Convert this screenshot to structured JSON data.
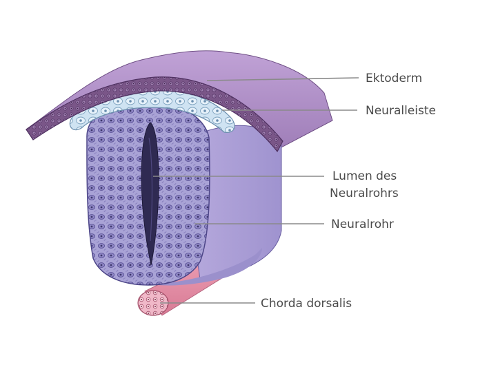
{
  "diagram": {
    "labels": {
      "ektoderm": "Ektoderm",
      "neuralleiste": "Neuralleiste",
      "lumen_line1": "Lumen des",
      "lumen_line2": "Neuralrohrs",
      "neuralrohr": "Neuralrohr",
      "chorda": "Chorda dorsalis"
    },
    "colors": {
      "ektoderm": "#7f5a8d",
      "ektoderm_top": "#b08fc8",
      "neuralleiste": "#c7dff0",
      "neuralrohr_side": "#ad9fd3",
      "neuralrohr_face": "#a79fd0",
      "lumen": "#2f2a52",
      "chorda": "#e79cb1",
      "leader_line": "#8a8a8a"
    }
  }
}
